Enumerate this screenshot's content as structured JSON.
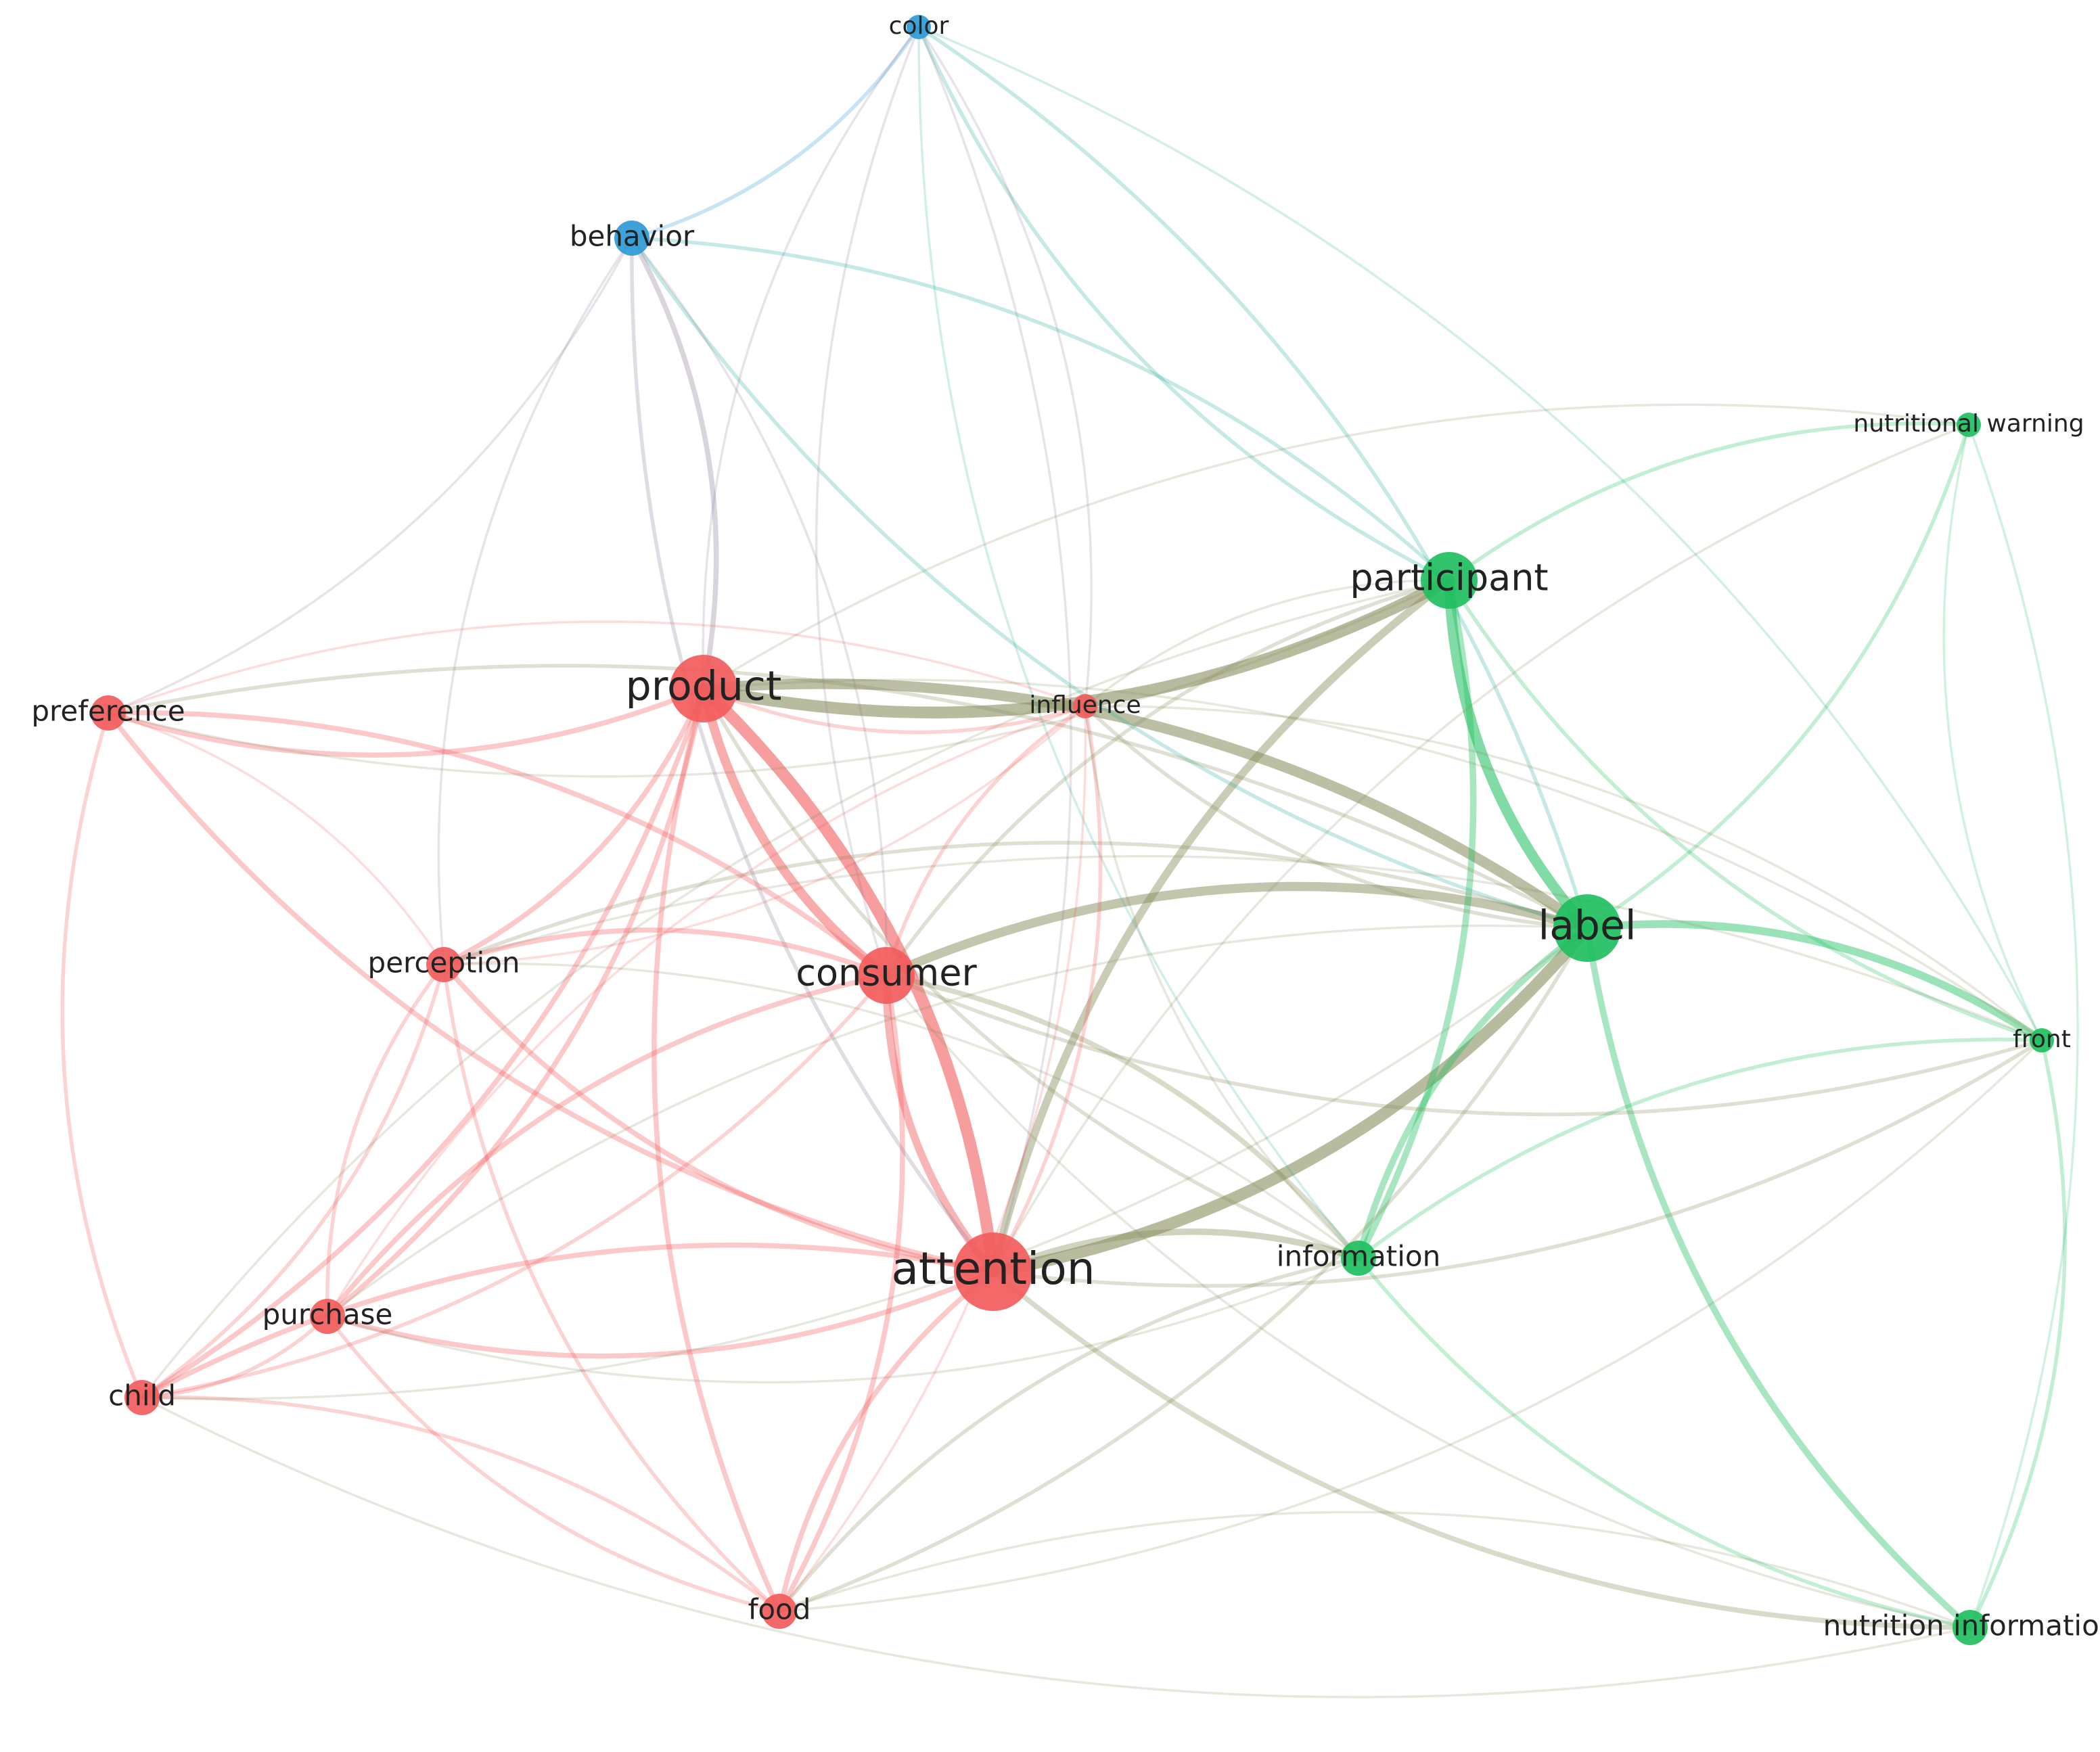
{
  "clusters": {
    "red": "#f25c5c",
    "green": "#1fbf5f",
    "blue": "#2e9ad6"
  },
  "nodes": [
    {
      "id": "color",
      "label": "color",
      "cluster": "blue",
      "weight": 1
    },
    {
      "id": "behavior",
      "label": "behavior",
      "cluster": "blue",
      "weight": 2
    },
    {
      "id": "nutritional-warning",
      "label": "nutritional warning",
      "cluster": "green",
      "weight": 1
    },
    {
      "id": "participant",
      "label": "participant",
      "cluster": "green",
      "weight": 4
    },
    {
      "id": "product",
      "label": "product",
      "cluster": "red",
      "weight": 5
    },
    {
      "id": "influence",
      "label": "influence",
      "cluster": "red",
      "weight": 1
    },
    {
      "id": "preference",
      "label": "preference",
      "cluster": "red",
      "weight": 2
    },
    {
      "id": "label",
      "label": "label",
      "cluster": "green",
      "weight": 5
    },
    {
      "id": "perception",
      "label": "perception",
      "cluster": "red",
      "weight": 2
    },
    {
      "id": "consumer",
      "label": "consumer",
      "cluster": "red",
      "weight": 4
    },
    {
      "id": "front",
      "label": "front",
      "cluster": "green",
      "weight": 1
    },
    {
      "id": "information",
      "label": "information",
      "cluster": "green",
      "weight": 2
    },
    {
      "id": "attention",
      "label": "attention",
      "cluster": "red",
      "weight": 6
    },
    {
      "id": "purchase",
      "label": "purchase",
      "cluster": "red",
      "weight": 2
    },
    {
      "id": "child",
      "label": "child",
      "cluster": "red",
      "weight": 2
    },
    {
      "id": "food",
      "label": "food",
      "cluster": "red",
      "weight": 2
    },
    {
      "id": "nutrition-information",
      "label": "nutrition information",
      "cluster": "green",
      "weight": 2
    }
  ],
  "edges": [
    [
      "product",
      "participant",
      8
    ],
    [
      "product",
      "label",
      7
    ],
    [
      "product",
      "consumer",
      6
    ],
    [
      "product",
      "attention",
      8
    ],
    [
      "consumer",
      "attention",
      5
    ],
    [
      "consumer",
      "label",
      6
    ],
    [
      "attention",
      "label",
      8
    ],
    [
      "attention",
      "participant",
      5
    ],
    [
      "participant",
      "label",
      7
    ],
    [
      "label",
      "front",
      5
    ],
    [
      "label",
      "information",
      4
    ],
    [
      "participant",
      "information",
      4
    ],
    [
      "label",
      "nutrition-information",
      4
    ],
    [
      "attention",
      "information",
      4
    ],
    [
      "attention",
      "nutrition-information",
      3
    ],
    [
      "consumer",
      "information",
      3
    ],
    [
      "participant",
      "front",
      2
    ],
    [
      "participant",
      "nutritional-warning",
      2
    ],
    [
      "label",
      "nutritional-warning",
      2
    ],
    [
      "front",
      "nutrition-information",
      2
    ],
    [
      "information",
      "nutrition-information",
      2
    ],
    [
      "information",
      "front",
      2
    ],
    [
      "nutritional-warning",
      "front",
      1
    ],
    [
      "nutritional-warning",
      "nutrition-information",
      1
    ],
    [
      "behavior",
      "color",
      2
    ],
    [
      "behavior",
      "participant",
      2
    ],
    [
      "behavior",
      "label",
      2
    ],
    [
      "behavior",
      "product",
      3
    ],
    [
      "behavior",
      "attention",
      2
    ],
    [
      "behavior",
      "consumer",
      1
    ],
    [
      "behavior",
      "perception",
      1
    ],
    [
      "behavior",
      "preference",
      1
    ],
    [
      "color",
      "participant",
      2
    ],
    [
      "color",
      "label",
      2
    ],
    [
      "color",
      "product",
      1
    ],
    [
      "color",
      "attention",
      1
    ],
    [
      "color",
      "consumer",
      1
    ],
    [
      "color",
      "front",
      1
    ],
    [
      "color",
      "information",
      1
    ],
    [
      "color",
      "influence",
      1
    ],
    [
      "preference",
      "product",
      3
    ],
    [
      "preference",
      "consumer",
      3
    ],
    [
      "preference",
      "attention",
      3
    ],
    [
      "preference",
      "label",
      2
    ],
    [
      "preference",
      "participant",
      1
    ],
    [
      "preference",
      "influence",
      1
    ],
    [
      "preference",
      "child",
      2
    ],
    [
      "preference",
      "perception",
      1
    ],
    [
      "perception",
      "product",
      3
    ],
    [
      "perception",
      "consumer",
      3
    ],
    [
      "perception",
      "attention",
      3
    ],
    [
      "perception",
      "label",
      2
    ],
    [
      "perception",
      "purchase",
      2
    ],
    [
      "perception",
      "child",
      2
    ],
    [
      "perception",
      "food",
      2
    ],
    [
      "perception",
      "front",
      1
    ],
    [
      "perception",
      "influence",
      1
    ],
    [
      "perception",
      "information",
      1
    ],
    [
      "purchase",
      "product",
      3
    ],
    [
      "purchase",
      "consumer",
      3
    ],
    [
      "purchase",
      "attention",
      3
    ],
    [
      "purchase",
      "child",
      2
    ],
    [
      "purchase",
      "food",
      2
    ],
    [
      "purchase",
      "label",
      1
    ],
    [
      "purchase",
      "information",
      1
    ],
    [
      "purchase",
      "influence",
      1
    ],
    [
      "child",
      "product",
      3
    ],
    [
      "child",
      "attention",
      3
    ],
    [
      "child",
      "consumer",
      2
    ],
    [
      "child",
      "food",
      2
    ],
    [
      "child",
      "label",
      1
    ],
    [
      "child",
      "participant",
      1
    ],
    [
      "child",
      "nutrition-information",
      1
    ],
    [
      "food",
      "product",
      3
    ],
    [
      "food",
      "consumer",
      3
    ],
    [
      "food",
      "attention",
      3
    ],
    [
      "food",
      "label",
      2
    ],
    [
      "food",
      "information",
      2
    ],
    [
      "food",
      "influence",
      1
    ],
    [
      "food",
      "nutrition-information",
      1
    ],
    [
      "food",
      "front",
      1
    ],
    [
      "influence",
      "product",
      2
    ],
    [
      "influence",
      "consumer",
      2
    ],
    [
      "influence",
      "attention",
      2
    ],
    [
      "influence",
      "label",
      2
    ],
    [
      "influence",
      "participant",
      1
    ],
    [
      "influence",
      "information",
      1
    ],
    [
      "influence",
      "front",
      1
    ],
    [
      "consumer",
      "front",
      2
    ],
    [
      "consumer",
      "participant",
      2
    ],
    [
      "consumer",
      "nutrition-information",
      1
    ],
    [
      "product",
      "front",
      1
    ],
    [
      "product",
      "information",
      2
    ],
    [
      "product",
      "nutritional-warning",
      1
    ],
    [
      "attention",
      "front",
      2
    ],
    [
      "attention",
      "nutritional-warning",
      1
    ]
  ]
}
